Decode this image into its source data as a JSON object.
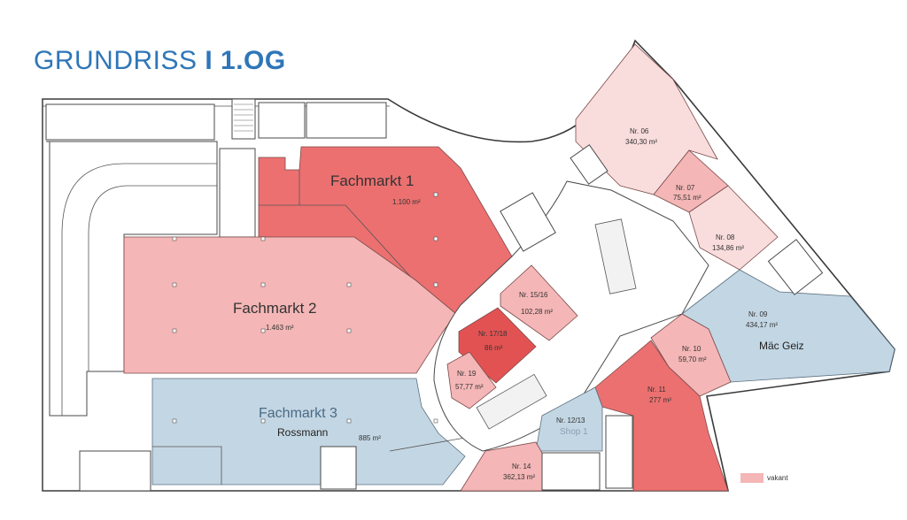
{
  "title": {
    "prefix": "GRUNDRISS ",
    "suffix": "I 1.OG"
  },
  "units": {
    "fachmarkt1": {
      "name": "Fachmarkt 1",
      "area": "1.100 m²"
    },
    "fachmarkt2": {
      "name": "Fachmarkt 2",
      "area": "1.463 m²"
    },
    "fachmarkt3": {
      "name": "Fachmarkt 3",
      "tenant": "Rossmann",
      "area": "885 m²"
    },
    "nr06": {
      "nr": "Nr. 06",
      "area": "340,30 m²"
    },
    "nr07": {
      "nr": "Nr. 07",
      "area": "75,51 m²"
    },
    "nr08": {
      "nr": "Nr. 08",
      "area": "134,86 m²"
    },
    "nr09": {
      "nr": "Nr. 09",
      "area": "434,17 m²",
      "tenant": "Mäc Geiz"
    },
    "nr10": {
      "nr": "Nr. 10",
      "area": "59,70 m²"
    },
    "nr11": {
      "nr": "Nr. 11",
      "area": "277 m²"
    },
    "nr1213": {
      "nr": "Nr. 12/13",
      "tenant": "Shop 1"
    },
    "nr14": {
      "nr": "Nr. 14",
      "area": "362,13 m²"
    },
    "nr1516": {
      "nr": "Nr. 15/16",
      "area": "102,28 m²"
    },
    "nr1718": {
      "nr": "Nr. 17/18",
      "area": "86 m²"
    },
    "nr19": {
      "nr": "Nr. 19",
      "area": "57,77 m²"
    }
  },
  "legend": {
    "label": "vakant",
    "color": "#f4b6b6"
  },
  "colors": {
    "title": "#2f76b8",
    "vacant_light": "#f9dcdc",
    "vacant_pink": "#f4b6b6",
    "red": "#ec7070",
    "red_dark": "#e35252",
    "blue": "#c3d6e3"
  }
}
